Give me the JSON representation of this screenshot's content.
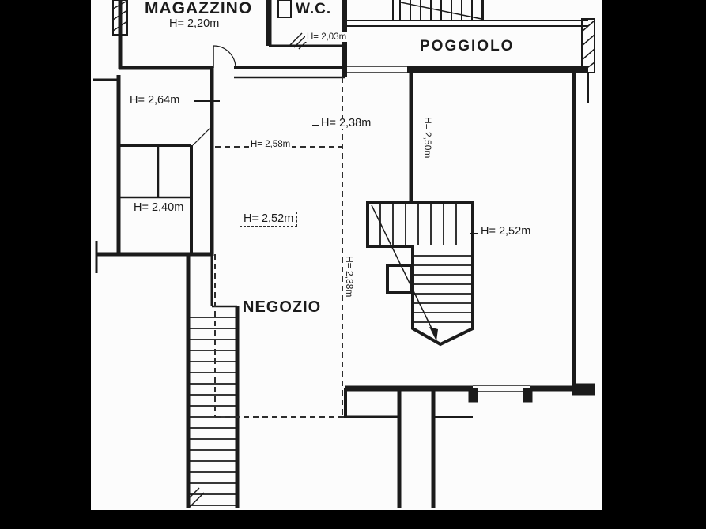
{
  "canvas": {
    "background": "#000000",
    "paper": "#fcfcfc",
    "ink": "#1b1b1b"
  },
  "rooms": {
    "magazzino": {
      "name": "MAGAZZINO",
      "height": "H= 2,20m"
    },
    "wc": {
      "name": "W.C.",
      "height": "H= 2,03m"
    },
    "poggiolo": {
      "name": "POGGIOLO"
    },
    "negozio": {
      "name": "NEGOZIO"
    }
  },
  "height_annotations": {
    "left_upper": "H= 2,64m",
    "center_upper": "H= 2,38m",
    "center_small": "H= 2,58m",
    "left_lower": "H= 2,40m",
    "negozio_area": "H= 2,52m",
    "right_room": "H= 2,52m",
    "vertical_center": "H= 2,50m",
    "vertical_negozio": "H= 2,38m"
  }
}
